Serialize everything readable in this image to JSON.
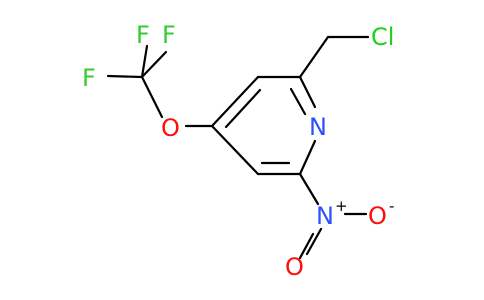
{
  "molecule": {
    "atoms": {
      "F1": "F",
      "F2": "F",
      "F3": "F",
      "O_ether": "O",
      "N_ring": "N",
      "Cl": "Cl",
      "N_nitro": "N",
      "O_nitro_minus": "O",
      "O_nitro_double": "O"
    },
    "charges": {
      "N_nitro": "+",
      "O_nitro_minus": "-"
    },
    "colors": {
      "bond": "#000000",
      "fluorine": "#33cc33",
      "oxygen": "#ff0d0d",
      "nitrogen": "#3050f8",
      "chlorine": "#1fd01f"
    }
  }
}
